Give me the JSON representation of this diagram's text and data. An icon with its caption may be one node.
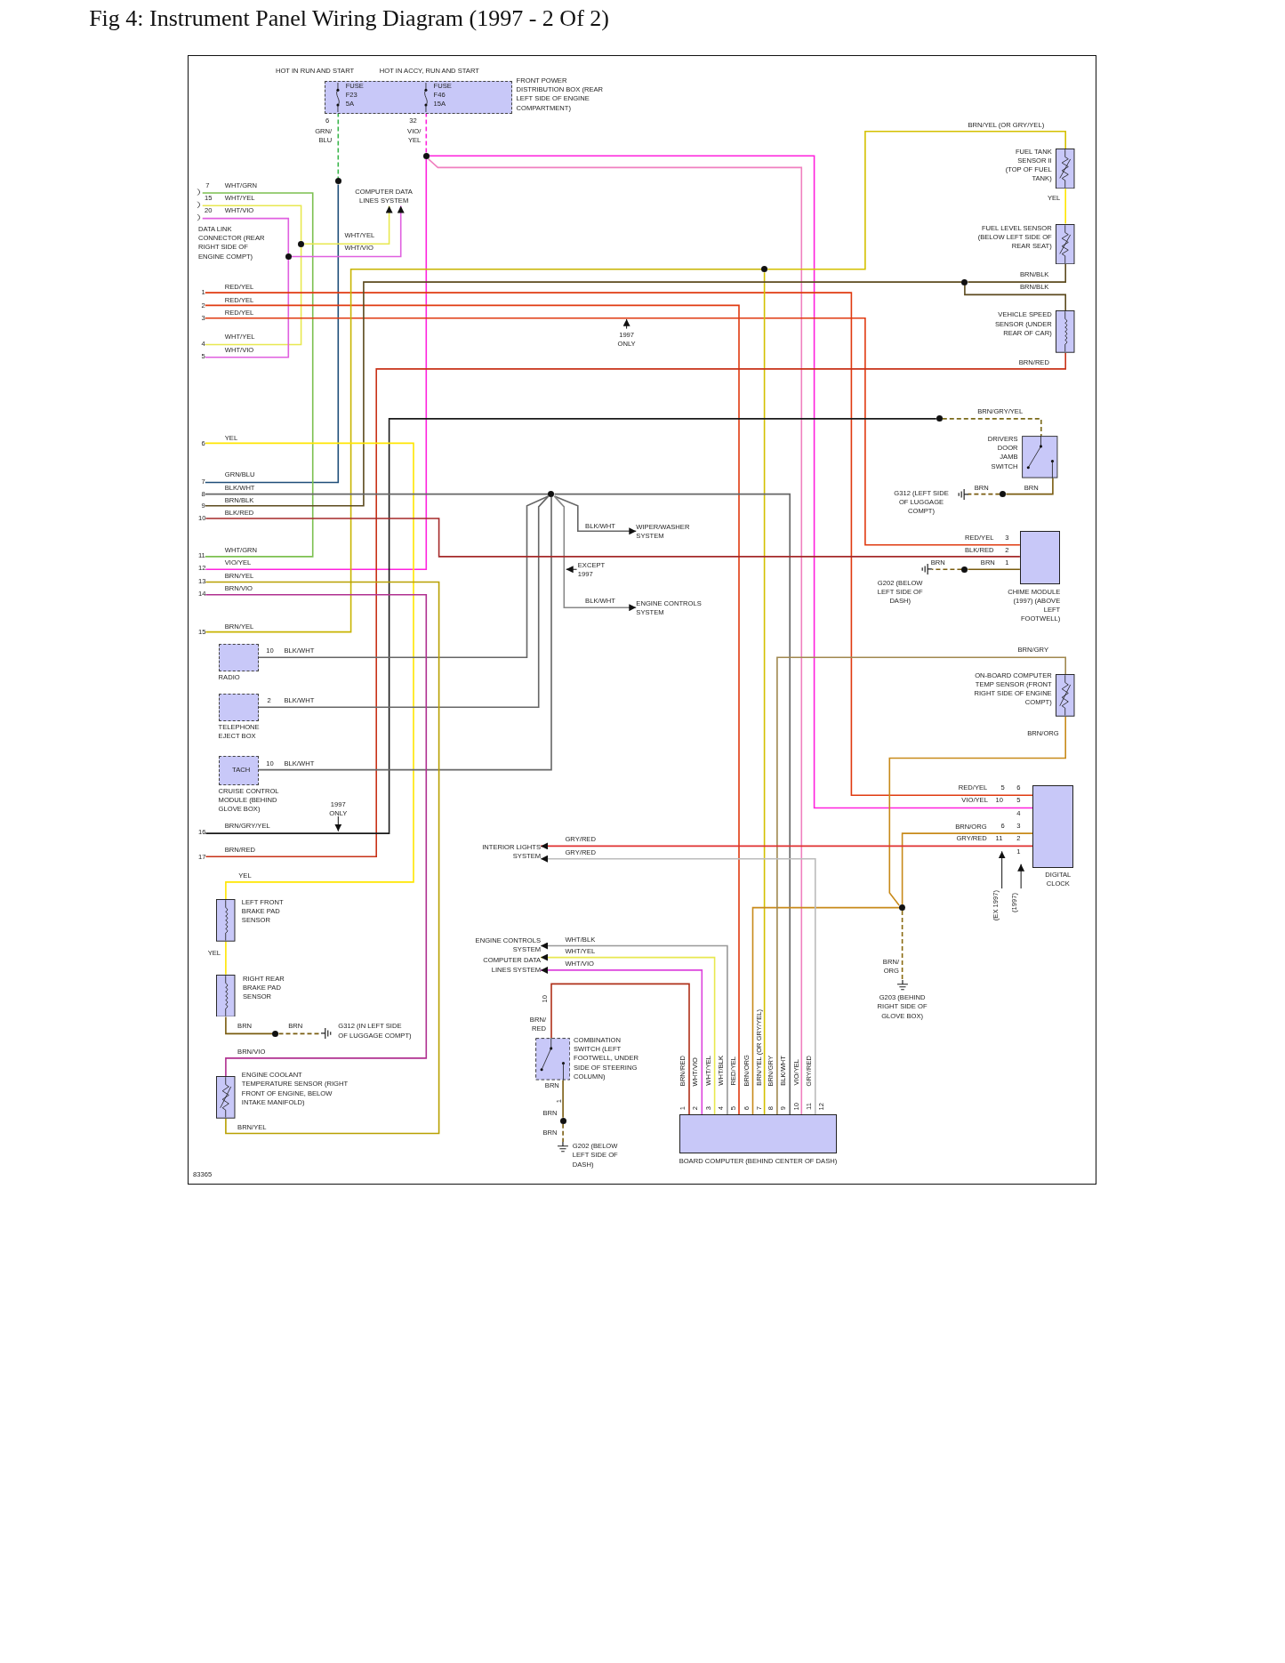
{
  "diagram": {
    "title": "Fig 4: Instrument Panel Wiring Diagram (1997 - 2 Of 2)",
    "nodes": [
      {
        "text": [
          "FRONT POWER DISTRIBUTION BOX (REAR LEFT SIDE OF ENGINE COMPARTMENT)"
        ]
      },
      {
        "text": [
          "FUSE F23 5A"
        ],
        "beside": [
          "HOT IN RUN AND START"
        ],
        "in": 0
      },
      {
        "text": [
          "FUSE F46 15A"
        ],
        "beside": [
          "HOT IN ACCY, RUN AND START"
        ],
        "in": 0
      },
      {
        "text": [],
        "shape": "circle"
      },
      {
        "text": [],
        "shape": "circle"
      },
      {
        "text": [
          "DATA LINK CONNECTOR (REAR RIGHT SIDE OF ENGINE COMPT)"
        ]
      },
      {
        "text": [
          "COMPUTER DATA LINES SYSTEM"
        ]
      },
      {
        "text": [],
        "shape": "circle"
      },
      {
        "text": [],
        "shape": "circle"
      },
      {
        "text": [
          "FUEL TANK SENSOR II (TOP OF FUEL TANK)"
        ]
      },
      {
        "text": [
          "FUEL LEVEL SENSOR (BELOW LEFT SIDE OF REAR SEAT)"
        ]
      },
      {
        "text": [],
        "shape": "circle"
      },
      {
        "text": [],
        "shape": "circle"
      },
      {
        "text": [
          "VEHICLE SPEED SENSOR (UNDER REAR OF CAR)"
        ]
      },
      {
        "text": [],
        "shape": "circle"
      },
      {
        "text": [
          "DRIVERS DOOR JAMB SWITCH"
        ]
      },
      {
        "text": [],
        "shape": "circle"
      },
      {
        "text": [
          "G312 (LEFT SIDE OF LUGGAGE COMPT)"
        ]
      },
      {
        "text": [],
        "shape": "circle"
      },
      {
        "text": [
          "WIPER/WASHER SYSTEM"
        ]
      },
      {
        "text": [
          "ENGINE CONTROLS SYSTEM"
        ]
      },
      {
        "text": [
          "CHIME MODULE (1997) (ABOVE LEFT FOOTWELL)"
        ]
      },
      {
        "text": [],
        "shape": "circle"
      },
      {
        "text": [
          "G202 (BELOW LEFT SIDE OF DASH)"
        ]
      },
      {
        "text": [
          "RADIO"
        ]
      },
      {
        "text": [
          "TELEPHONE EJECT BOX"
        ]
      },
      {
        "text": [
          "TACH",
          "CRUISE CONTROL MODULE (BEHIND GLOVE BOX)"
        ]
      },
      {
        "text": [
          "ON-BOARD COMPUTER TEMP SENSOR (FRONT RIGHT SIDE OF ENGINE COMPT)"
        ]
      },
      {
        "text": [
          "DIGITAL CLOCK"
        ]
      },
      {
        "text": [
          "INTERIOR LIGHTS SYSTEM"
        ]
      },
      {
        "text": [
          "LEFT FRONT BRAKE PAD SENSOR"
        ]
      },
      {
        "text": [
          "RIGHT REAR BRAKE PAD SENSOR"
        ]
      },
      {
        "text": [],
        "shape": "circle"
      },
      {
        "text": [
          "G312 (IN LEFT SIDE OF LUGGAGE COMPT)"
        ]
      },
      {
        "text": [
          "ENGINE COOLANT TEMPERATURE SENSOR (RIGHT FRONT OF ENGINE, BELOW INTAKE MANIFOLD)"
        ]
      },
      {
        "text": [
          "ENGINE CONTROLS SYSTEM"
        ]
      },
      {
        "text": [
          "COMPUTER DATA LINES SYSTEM"
        ]
      },
      {
        "text": [],
        "shape": "circle"
      },
      {
        "text": [
          "G203 (BEHIND RIGHT SIDE OF GLOVE BOX)"
        ]
      },
      {
        "text": [
          "COMBINATION SWITCH (LEFT FOOTWELL, UNDER SIDE OF STEERING COLUMN)"
        ]
      },
      {
        "text": [],
        "shape": "circle"
      },
      {
        "text": [
          "G202 (BELOW LEFT SIDE OF DASH)"
        ]
      },
      {
        "text": [
          "BOARD COMPUTER (BEHIND CENTER OF DASH)"
        ]
      },
      {
        "text": [
          "1"
        ]
      },
      {
        "text": [
          "2"
        ]
      },
      {
        "text": [
          "3"
        ]
      },
      {
        "text": [
          "4"
        ]
      },
      {
        "text": [
          "5"
        ]
      },
      {
        "text": [
          "6"
        ]
      },
      {
        "text": [
          "7"
        ]
      },
      {
        "text": [
          "8"
        ]
      },
      {
        "text": [
          "9"
        ]
      },
      {
        "text": [
          "10"
        ]
      },
      {
        "text": [
          "11"
        ]
      },
      {
        "text": [
          "12"
        ]
      },
      {
        "text": [
          "13"
        ]
      },
      {
        "text": [
          "14"
        ]
      },
      {
        "text": [
          "15"
        ]
      },
      {
        "text": [
          "16"
        ]
      },
      {
        "text": [
          "17"
        ]
      }
    ],
    "edges": [
      {
        "from": 1,
        "to": 3,
        "arrow": "none",
        "label": "GRN/ BLU",
        "style": "dashed",
        "color": "#39b54a"
      },
      {
        "from": 3,
        "to": 49,
        "arrow": "none",
        "label": "GRN/BLU",
        "color": "#1f4e79"
      },
      {
        "from": 2,
        "to": 4,
        "arrow": "none",
        "label": "VIO/ YEL",
        "style": "dashed",
        "color": "#ff22dd"
      },
      {
        "from": 4,
        "to": 54,
        "arrow": "none",
        "label": "VIO/YEL",
        "color": "#ff22dd"
      },
      {
        "from": 4,
        "to": 28,
        "arrow": "none",
        "label": "VIO/YEL",
        "color": "#ff22dd"
      },
      {
        "from": 4,
        "to": 42,
        "arrow": "none",
        "label": "VIO/YEL",
        "color": "#f080c0"
      },
      {
        "from": 5,
        "to": 53,
        "arrow": "none",
        "label": "WHT/GRN",
        "color": "#7cc050"
      },
      {
        "from": 5,
        "to": 7,
        "arrow": "none",
        "label": "WHT/YEL",
        "color": "#e8e850"
      },
      {
        "from": 7,
        "to": 6,
        "arrow": "to",
        "label": "WHT/YEL",
        "color": "#e8e850"
      },
      {
        "from": 7,
        "to": 46,
        "arrow": "none",
        "label": "WHT/YEL",
        "color": "#e8e850"
      },
      {
        "from": 5,
        "to": 8,
        "arrow": "none",
        "label": "WHT/VIO",
        "color": "#e060e0"
      },
      {
        "from": 8,
        "to": 6,
        "arrow": "to",
        "label": "WHT/VIO",
        "color": "#e060e0"
      },
      {
        "from": 8,
        "to": 47,
        "arrow": "none",
        "label": "WHT/VIO",
        "color": "#e060e0"
      },
      {
        "from": 43,
        "to": 28,
        "arrow": "none",
        "label": "RED/YEL",
        "color": "#e03a10"
      },
      {
        "from": 44,
        "to": 42,
        "arrow": "none",
        "label": "RED/YEL",
        "color": "#e03a10"
      },
      {
        "from": 45,
        "to": 21,
        "arrow": "none",
        "label": "RED/YEL",
        "color": "#e03a10"
      },
      {
        "from": 57,
        "to": 11,
        "arrow": "none",
        "label": "BRN/YEL",
        "color": "#c8b400"
      },
      {
        "from": 11,
        "to": 9,
        "arrow": "none",
        "label": "BRN/YEL (OR GRY/YEL)",
        "color": "#d4c000"
      },
      {
        "from": 11,
        "to": 42,
        "arrow": "none",
        "label": "BRN/YEL (OR GRY/YEL)",
        "color": "#d4c000"
      },
      {
        "from": 9,
        "to": 10,
        "arrow": "none",
        "label": "YEL",
        "color": "#ffe600"
      },
      {
        "from": 10,
        "to": 12,
        "arrow": "none",
        "label": "BRN/BLK",
        "color": "#5c4a1e"
      },
      {
        "from": 12,
        "to": 13,
        "arrow": "none",
        "label": "BRN/BLK",
        "color": "#5c4a1e"
      },
      {
        "from": 12,
        "to": 51,
        "arrow": "none",
        "label": "BRN/BLK",
        "color": "#5c4a1e"
      },
      {
        "from": 13,
        "to": 59,
        "arrow": "none",
        "label": "BRN/RED",
        "color": "#c83218"
      },
      {
        "from": 14,
        "to": 15,
        "arrow": "none",
        "label": "BRN/GRY/YEL",
        "style": "dashed",
        "color": "#7a6a1a"
      },
      {
        "from": 14,
        "to": 58,
        "arrow": "none",
        "label": "BRN/GRY/YEL",
        "color": "#1a1a1a"
      },
      {
        "from": 15,
        "to": 16,
        "arrow": "none",
        "label": "BRN",
        "color": "#7a5c10"
      },
      {
        "from": 16,
        "to": 17,
        "arrow": "none",
        "label": "BRN",
        "style": "dashed",
        "color": "#7a5c10"
      },
      {
        "from": 48,
        "to": 30,
        "arrow": "none",
        "label": "YEL",
        "color": "#ffe600"
      },
      {
        "from": 30,
        "to": 31,
        "arrow": "none",
        "label": "YEL",
        "color": "#ffe600"
      },
      {
        "from": 31,
        "to": 32,
        "arrow": "none",
        "label": "BRN",
        "color": "#7a5c10"
      },
      {
        "from": 32,
        "to": 33,
        "arrow": "none",
        "label": "BRN",
        "style": "dashed",
        "color": "#7a5c10"
      },
      {
        "from": 50,
        "to": 18,
        "arrow": "none",
        "label": "BLK/WHT",
        "color": "#666666"
      },
      {
        "from": 18,
        "to": 42,
        "arrow": "none",
        "label": "BLK/WHT",
        "color": "#666666"
      },
      {
        "from": 18,
        "to": 24,
        "arrow": "none",
        "label": "BLK/WHT",
        "color": "#666666"
      },
      {
        "from": 18,
        "to": 25,
        "arrow": "none",
        "label": "BLK/WHT",
        "color": "#666666"
      },
      {
        "from": 18,
        "to": 26,
        "arrow": "none",
        "label": "BLK/WHT",
        "color": "#666666"
      },
      {
        "from": 18,
        "to": 19,
        "arrow": "to",
        "label": "BLK/WHT",
        "color": "#666666"
      },
      {
        "from": 18,
        "to": 20,
        "arrow": "to",
        "label": "BLK/WHT",
        "color": "#888888"
      },
      {
        "from": 52,
        "to": 21,
        "arrow": "none",
        "label": "BLK/RED",
        "color": "#a52a2a"
      },
      {
        "from": 21,
        "to": 22,
        "arrow": "none",
        "label": "BRN",
        "color": "#7a5c10"
      },
      {
        "from": 22,
        "to": 23,
        "arrow": "none",
        "label": "BRN",
        "style": "dashed",
        "color": "#7a5c10"
      },
      {
        "from": 55,
        "to": 34,
        "arrow": "none",
        "label": "BRN/YEL",
        "color": "#b8a000"
      },
      {
        "from": 56,
        "to": 34,
        "arrow": "none",
        "label": "BRN/VIO",
        "color": "#b03090"
      },
      {
        "from": 42,
        "to": 39,
        "arrow": "none",
        "label": "BRN/RED",
        "color": "#b0301a"
      },
      {
        "from": 39,
        "to": 40,
        "arrow": "none",
        "label": "BRN",
        "color": "#7a5c10"
      },
      {
        "from": 40,
        "to": 41,
        "arrow": "none",
        "label": "BRN",
        "style": "dashed",
        "color": "#7a5c10"
      },
      {
        "from": 42,
        "to": 36,
        "arrow": "to",
        "label": "WHT/VIO",
        "color": "#dd44dd"
      },
      {
        "from": 42,
        "to": 36,
        "arrow": "to",
        "label": "WHT/YEL",
        "color": "#e8e850"
      },
      {
        "from": 42,
        "to": 35,
        "arrow": "to",
        "label": "WHT/BLK",
        "color": "#999999"
      },
      {
        "from": 42,
        "to": 37,
        "arrow": "none",
        "label": "BRN/ORG",
        "color": "#c88a1a"
      },
      {
        "from": 37,
        "to": 28,
        "arrow": "none",
        "label": "BRN/ORG",
        "color": "#c88a1a"
      },
      {
        "from": 37,
        "to": 27,
        "arrow": "none",
        "label": "BRN/ORG",
        "color": "#c88a1a"
      },
      {
        "from": 37,
        "to": 38,
        "arrow": "none",
        "label": "BRN/ ORG",
        "style": "dashed",
        "color": "#8a6a10"
      },
      {
        "from": 27,
        "to": 42,
        "arrow": "none",
        "label": "BRN/GRY",
        "color": "#a08850"
      },
      {
        "from": 28,
        "to": 29,
        "arrow": "to",
        "label": "GRY/RED",
        "color": "#e03030"
      },
      {
        "from": 42,
        "to": 29,
        "arrow": "to",
        "label": "GRY/RED",
        "color": "#bbbbbb"
      }
    ],
    "labels": [
      "6",
      "32",
      "7",
      "15",
      "20",
      "1997 ONLY",
      "RED/YEL",
      "3",
      "WHT/GRN",
      "BLK/RED",
      "2",
      "EXCEPT 1997",
      "1",
      "10",
      "2",
      "10",
      "RED/YEL",
      "5",
      "6",
      "1997 ONLY",
      "10",
      "5",
      "4",
      "6",
      "3",
      "GRY/RED",
      "11",
      "2",
      "BRN/RED",
      "1",
      "YEL",
      "(EX 1997)",
      "(1997)",
      "10",
      "BRN/ RED",
      "BRN/VIO",
      "WHT/VIO",
      "WHT/YEL",
      "WHT/BLK",
      "RED/YEL",
      "BRN/GRY",
      "GRY/RED",
      "1",
      "BRN",
      "1",
      "2",
      "3",
      "4",
      "5",
      "6",
      "7",
      "8",
      "9",
      "10",
      "11",
      "12",
      "BRN/YEL",
      "83365"
    ]
  }
}
